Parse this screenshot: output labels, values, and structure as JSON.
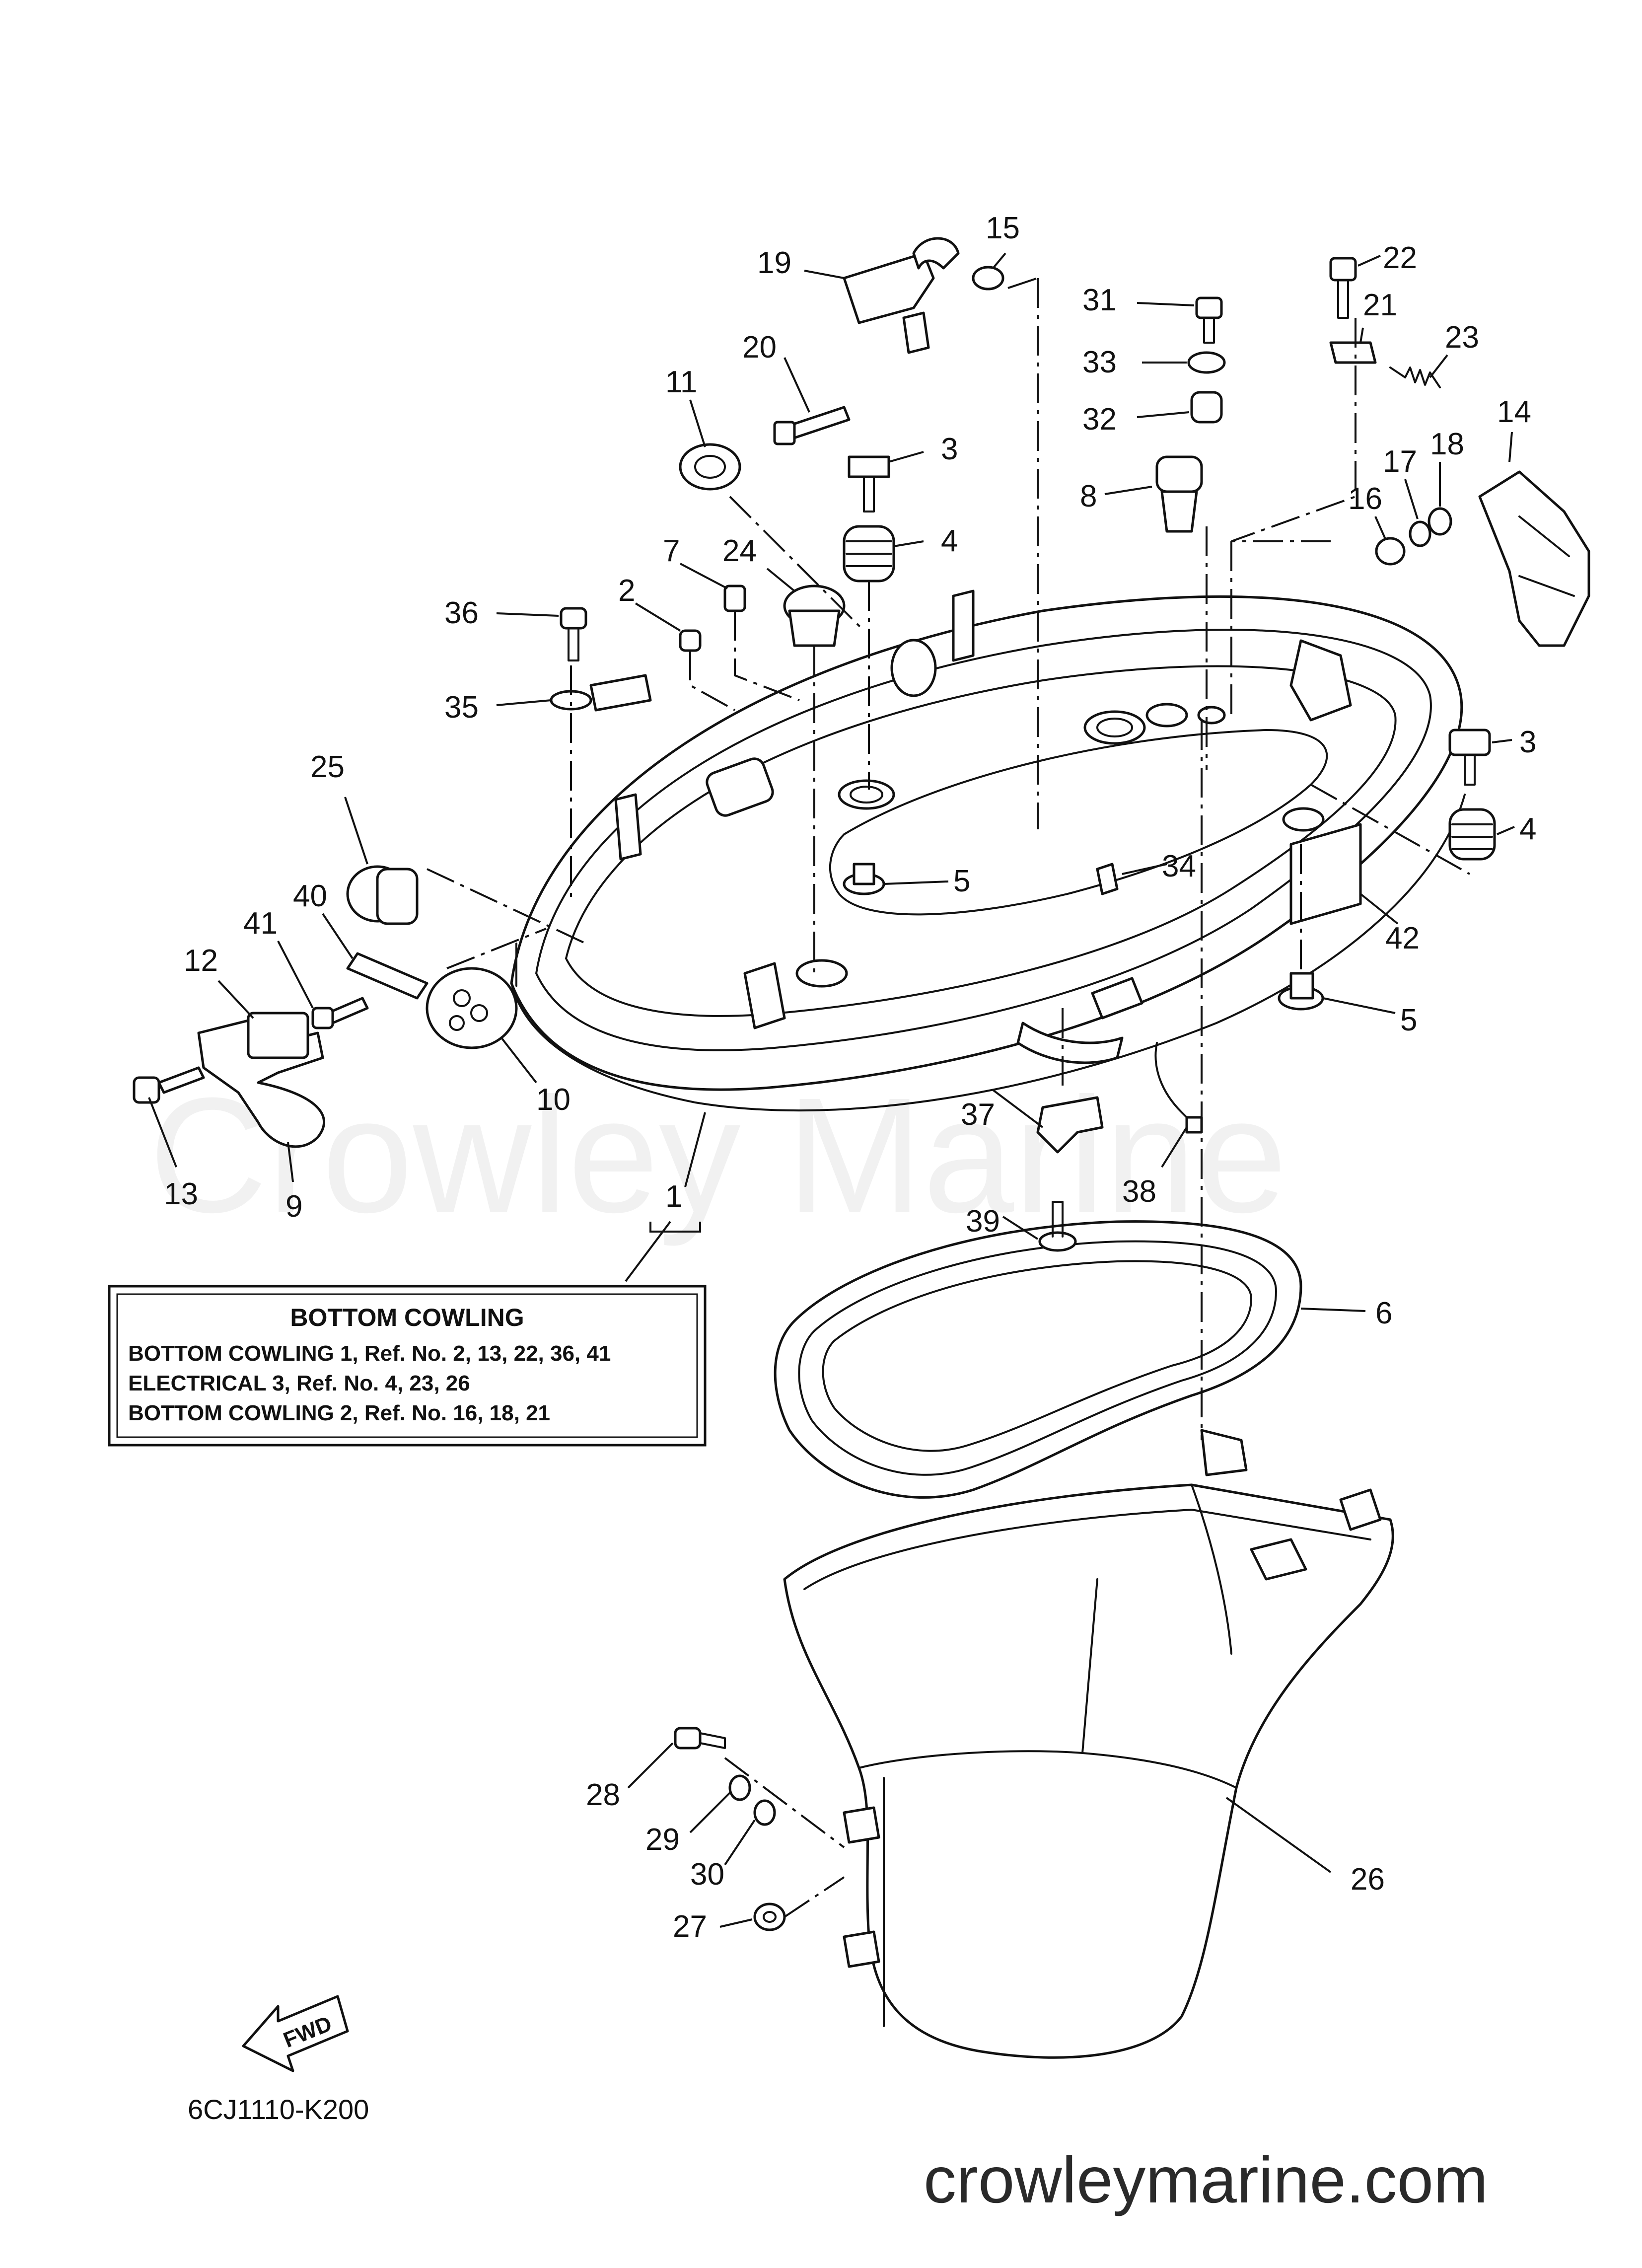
{
  "watermark": "Crowley Marine",
  "site_url": "crowleymarine.com",
  "diagram_code": "6CJ1110-K200",
  "fwd_label": "FWD",
  "legend": {
    "title": "BOTTOM COWLING",
    "lines": [
      "BOTTOM COWLING 1,  Ref. No. 2, 13, 22, 36, 41",
      "ELECTRICAL 3,  Ref. No. 4, 23, 26",
      "BOTTOM COWLING 2,  Ref. No. 16, 18, 21"
    ]
  },
  "callouts": [
    "15",
    "19",
    "20",
    "11",
    "3",
    "4",
    "7",
    "24",
    "2",
    "36",
    "35",
    "25",
    "40",
    "41",
    "12",
    "13",
    "9",
    "10",
    "1",
    "31",
    "33",
    "32",
    "8",
    "22",
    "21",
    "23",
    "14",
    "17",
    "18",
    "16",
    "3",
    "4",
    "34",
    "5",
    "42",
    "5",
    "37",
    "38",
    "39",
    "6",
    "28",
    "29",
    "30",
    "27",
    "26"
  ]
}
